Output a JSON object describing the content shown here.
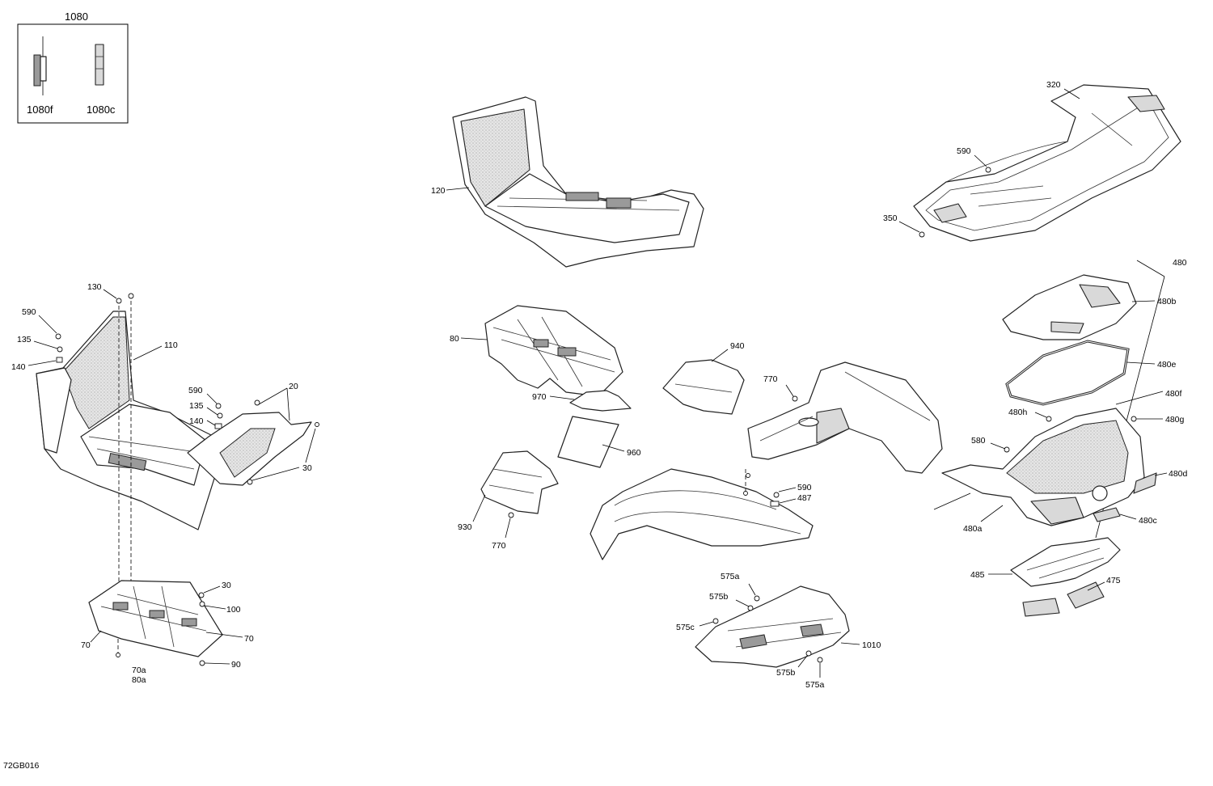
{
  "diagram_code": "72GB016",
  "kit": {
    "title": "1080",
    "items": [
      "1080f",
      "1080c"
    ]
  },
  "callouts": {
    "c120": "120",
    "c320": "320",
    "c590_rack": "590",
    "c350": "350",
    "c480": "480",
    "c480b": "480b",
    "c480e": "480e",
    "c480f": "480f",
    "c480h": "480h",
    "c480g": "480g",
    "c580": "580",
    "c480d": "480d",
    "c480c": "480c",
    "c480a": "480a",
    "c485": "485",
    "c475": "475",
    "c130": "130",
    "c590_left": "590",
    "c135_left": "135",
    "c140_left": "140",
    "c110": "110",
    "c590_mid": "590",
    "c135_mid": "135",
    "c140_mid": "140",
    "c20": "20",
    "c30_upper": "30",
    "c30_lower": "30",
    "c100": "100",
    "c70_right": "70",
    "c70_left": "70",
    "c90": "90",
    "c70a": "70a",
    "c80a": "80a",
    "c80": "80",
    "c970": "970",
    "c960": "960",
    "c930": "930",
    "c770_lower": "770",
    "c940": "940",
    "c770_upper": "770",
    "c590_fender": "590",
    "c487": "487",
    "c575a_top": "575a",
    "c575b_top": "575b",
    "c575c": "575c",
    "c1010": "1010",
    "c575b_bottom": "575b",
    "c575a_bottom": "575a"
  }
}
